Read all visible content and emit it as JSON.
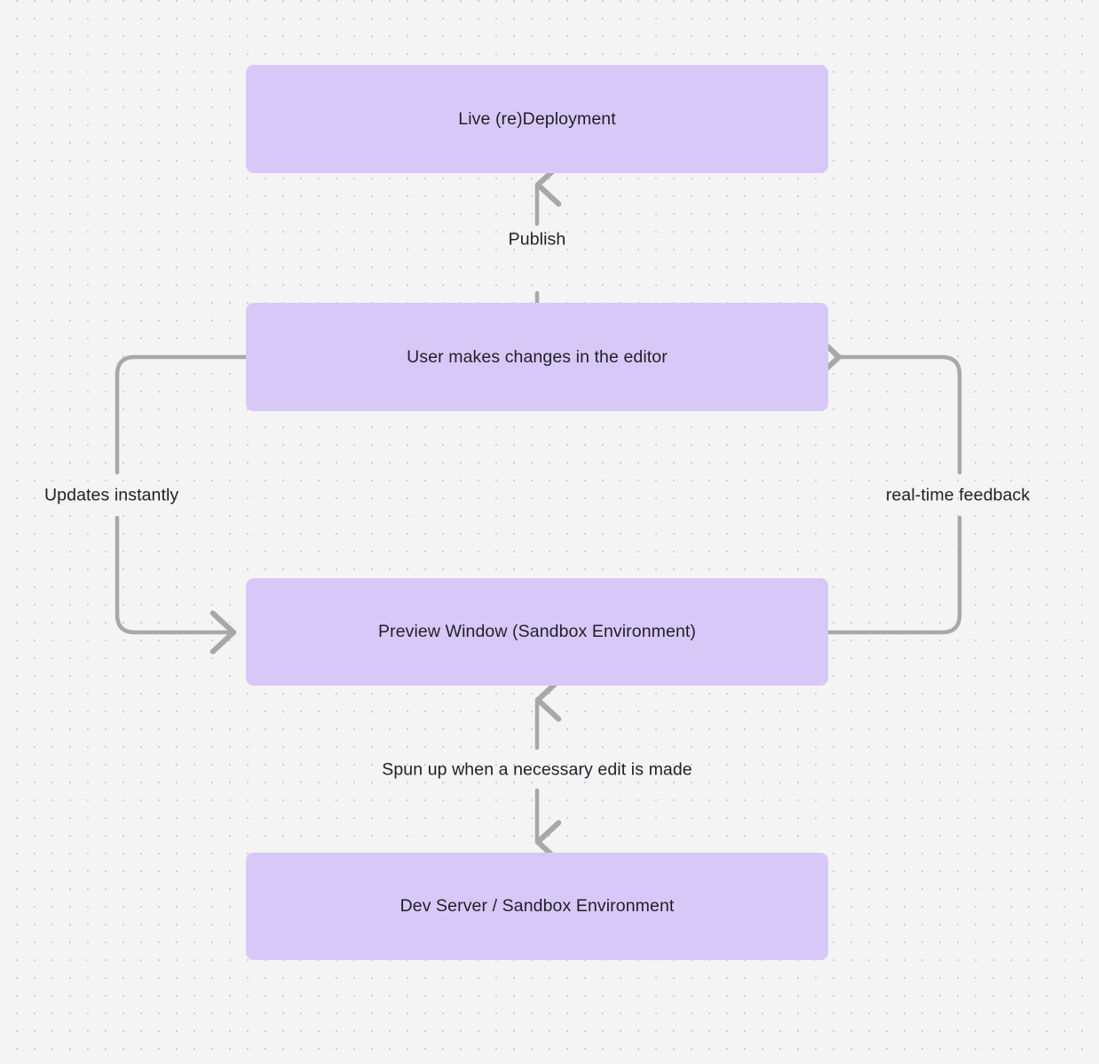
{
  "diagram": {
    "type": "flowchart",
    "background_color": "#f4f4f5",
    "grid": "dotted",
    "node_color": "#d8c8f8",
    "edge_color": "#a8a8a8",
    "text_color": "#1f1f28",
    "nodes": [
      {
        "id": "live-deployment",
        "label": "Live (re)Deployment"
      },
      {
        "id": "user-edits",
        "label": "User makes changes in the editor"
      },
      {
        "id": "preview-window",
        "label": "Preview Window (Sandbox Environment)"
      },
      {
        "id": "dev-server",
        "label": "Dev Server / Sandbox Environment"
      }
    ],
    "edges": [
      {
        "id": "publish",
        "from": "user-edits",
        "to": "live-deployment",
        "label": "Publish",
        "direction": "up"
      },
      {
        "id": "updates-instantly",
        "from": "user-edits",
        "to": "preview-window",
        "label": "Updates instantly",
        "direction": "down-left-loop"
      },
      {
        "id": "real-time-feedback",
        "from": "preview-window",
        "to": "user-edits",
        "label": "real-time feedback",
        "direction": "up-right-loop"
      },
      {
        "id": "spun-up",
        "from": "dev-server",
        "to": "preview-window",
        "label": "Spun up when a necessary edit is made",
        "direction": "bidirectional-vertical"
      }
    ]
  }
}
